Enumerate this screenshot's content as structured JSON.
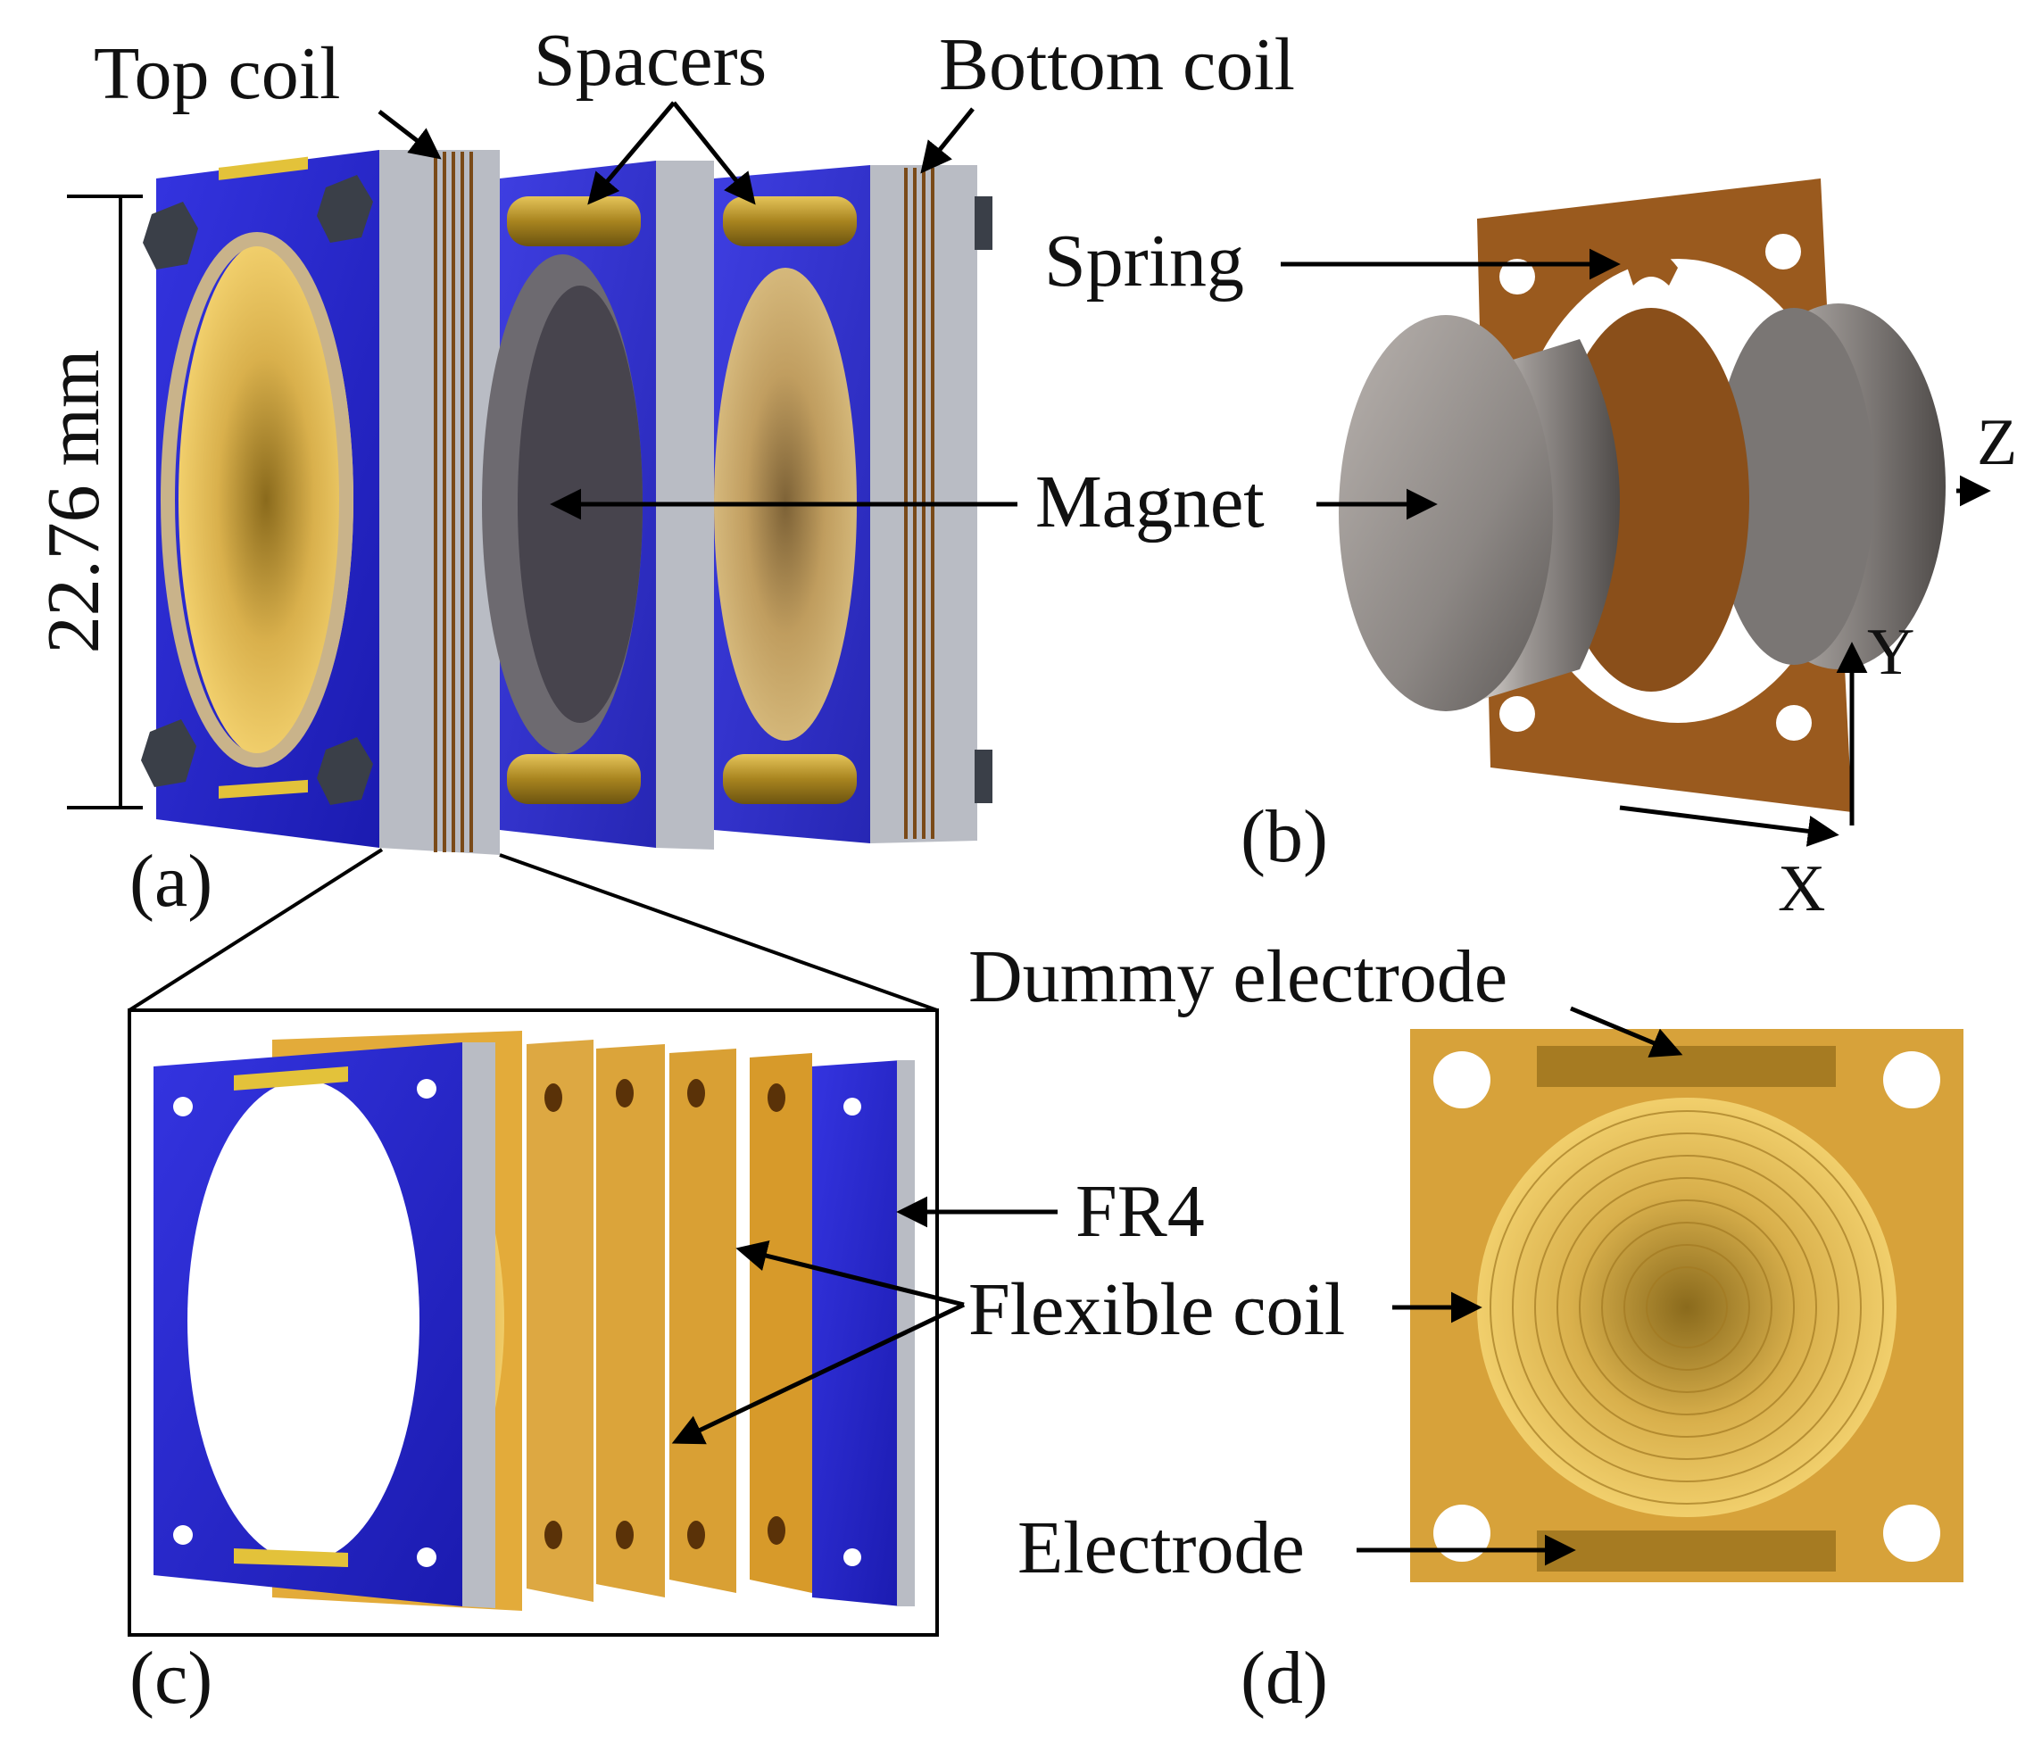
{
  "panels": {
    "a": {
      "tag": "(a)",
      "labels": {
        "top_coil": "Top coil",
        "spacers": "Spacers",
        "bottom_coil": "Bottom coil",
        "magnet": "Magnet"
      },
      "dimension": "22.76 mm"
    },
    "b": {
      "tag": "(b)",
      "labels": {
        "spring": "Spring",
        "magnet": "Magnet"
      },
      "axes": {
        "x": "X",
        "y": "Y",
        "z": "Z"
      }
    },
    "c": {
      "tag": "(c)",
      "labels": {
        "fr4": "FR4",
        "flexible_coil": "Flexible coil"
      }
    },
    "d": {
      "tag": "(d)",
      "labels": {
        "dummy_electrode": "Dummy electrode",
        "flexible_coil": "Flexible coil",
        "electrode": "Electrode"
      }
    }
  },
  "colors": {
    "fr4_blue": "#2a2ad0",
    "fr4_edge": "#b9bcc4",
    "coil_gold": "#d7a23a",
    "copper_trace": "#c8951f",
    "spring_brown": "#9a5a1e",
    "magnet_grey": "#8e8a88",
    "bolt": "#3a3f48"
  }
}
